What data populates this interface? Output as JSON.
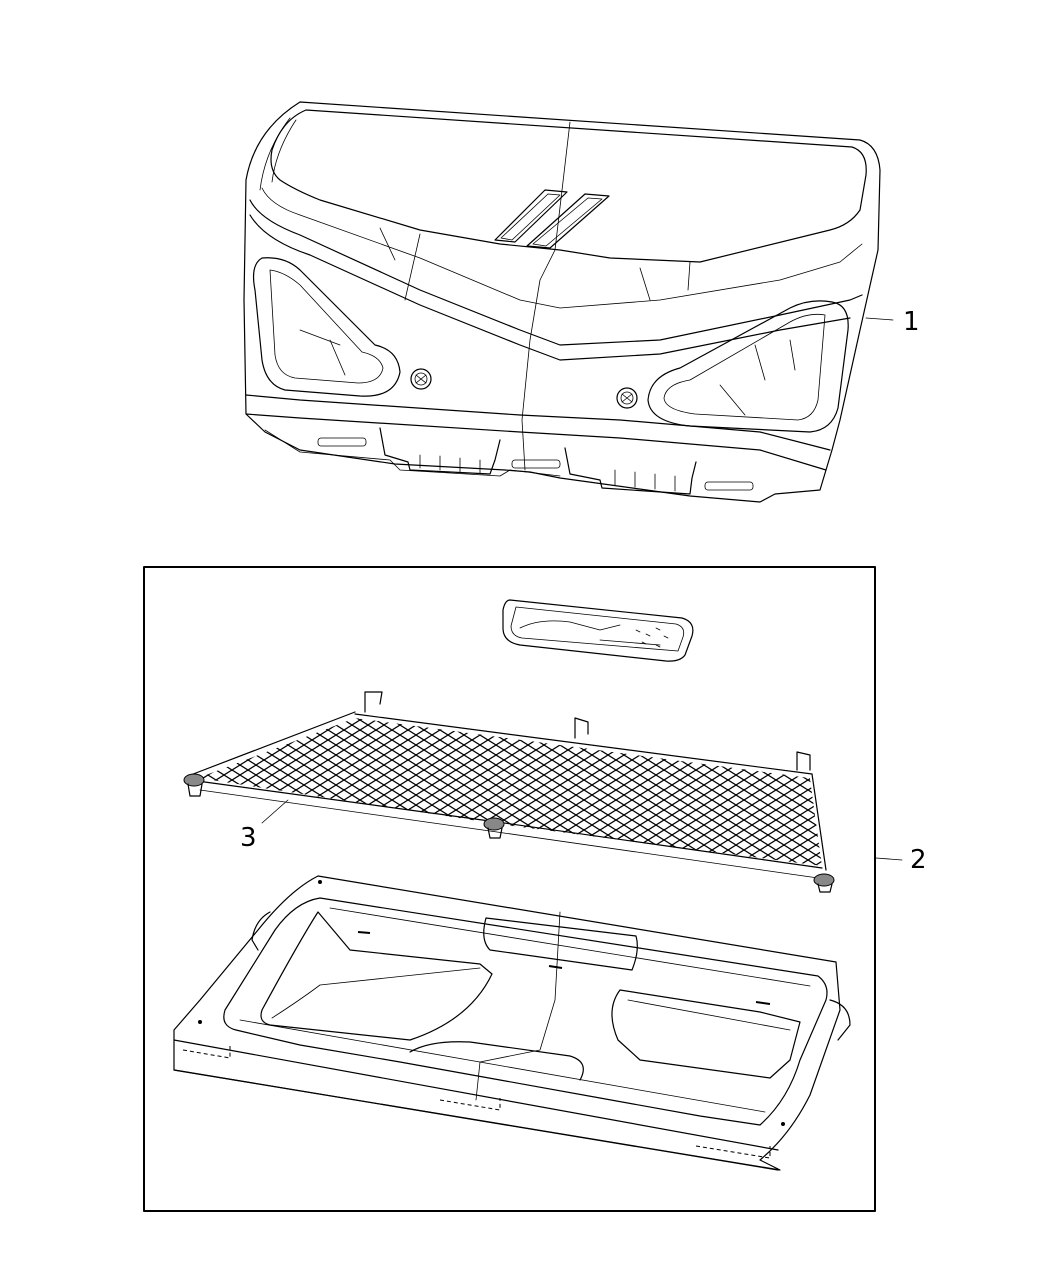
{
  "diagram": {
    "callouts": [
      {
        "id": "1",
        "label": "1"
      },
      {
        "id": "2",
        "label": "2"
      },
      {
        "id": "3",
        "label": "3"
      }
    ],
    "colors": {
      "line": "#000000",
      "background": "#ffffff",
      "grommet_fill": "#888888"
    }
  }
}
